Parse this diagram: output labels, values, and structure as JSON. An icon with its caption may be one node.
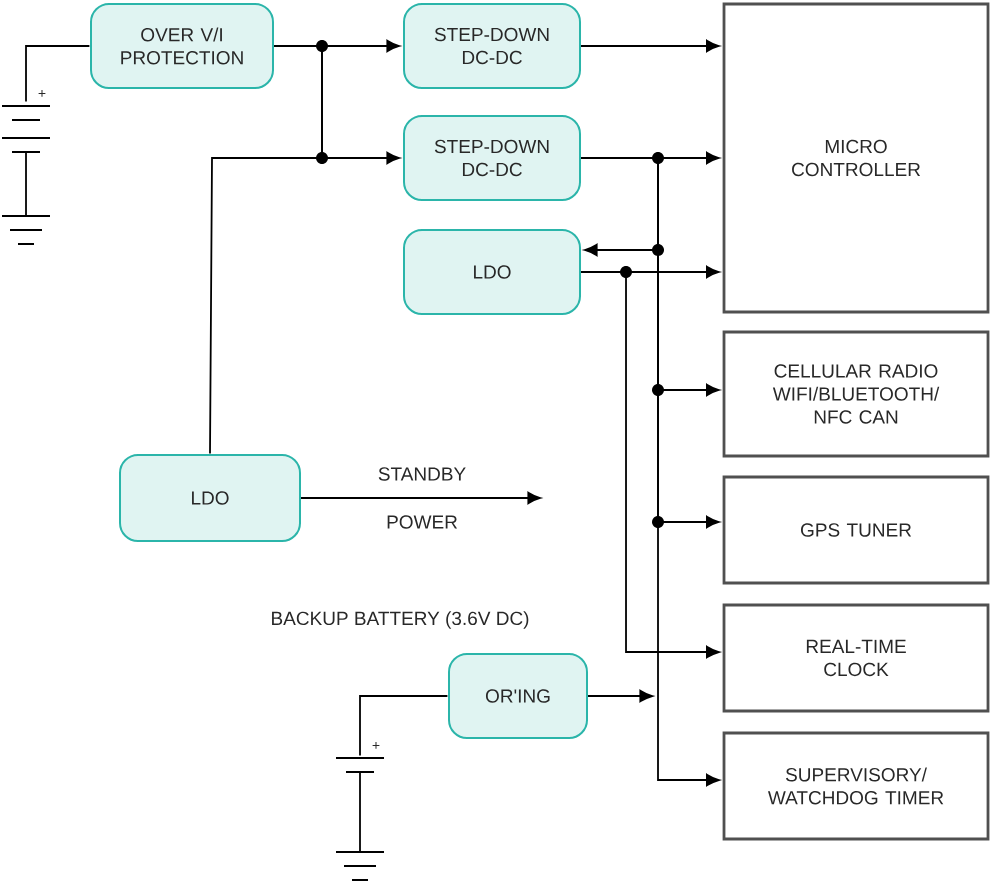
{
  "diagram": {
    "nodes": [
      {
        "text": [
          "OVER V/I PROTECTION"
        ]
      },
      {
        "text": [
          "STEP-DOWN DC-DC"
        ]
      },
      {
        "text": [
          "STEP-DOWN DC-DC"
        ]
      },
      {
        "text": [
          "LDO"
        ]
      },
      {
        "text": [
          "MICRO CONTROLLER"
        ]
      },
      {
        "text": [
          "CELLULAR RADIO WIFI/BLUETOOTH/ NFC CAN"
        ]
      },
      {
        "text": [
          "GPS TUNER"
        ]
      },
      {
        "text": [
          "REAL-TIME CLOCK"
        ]
      },
      {
        "text": [
          "SUPERVISORY/ WATCHDOG TIMER"
        ]
      },
      {
        "text": [
          "LDO"
        ]
      },
      {
        "text": [
          "OR'ING"
        ]
      },
      {
        "text": [],
        "shape": "battery"
      },
      {
        "text": [],
        "shape": "battery"
      }
    ],
    "edges": [
      {
        "from": 11,
        "to": 0,
        "arrow": "none"
      },
      {
        "from": 0,
        "to": 1,
        "arrow": "to"
      },
      {
        "from": 0,
        "to": 2,
        "arrow": "to"
      },
      {
        "from": 0,
        "to": 9,
        "arrow": "none"
      },
      {
        "from": 1,
        "to": 4,
        "arrow": "to"
      },
      {
        "from": 2,
        "to": 4,
        "arrow": "to"
      },
      {
        "from": 2,
        "to": 3,
        "arrow": "to"
      },
      {
        "from": 3,
        "to": 4,
        "arrow": "to"
      },
      {
        "from": 3,
        "to": 7,
        "arrow": "to"
      },
      {
        "from": 2,
        "to": 5,
        "arrow": "to"
      },
      {
        "from": 2,
        "to": 6,
        "arrow": "to"
      },
      {
        "from": 2,
        "to": 8,
        "arrow": "to"
      },
      {
        "from": 10,
        "to": null,
        "arrow": "to"
      },
      {
        "from": 9,
        "to": null,
        "arrow": "to",
        "label": "STANDBY POWER"
      },
      {
        "from": 12,
        "to": 10,
        "arrow": "none"
      }
    ],
    "labels": [
      "+",
      "BACKUP BATTERY (3.6V DC)",
      "+"
    ]
  }
}
